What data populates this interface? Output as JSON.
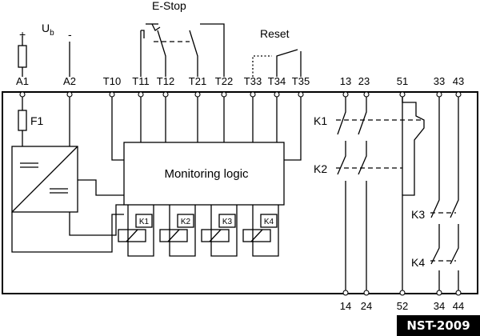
{
  "title_estop": "E-Stop",
  "title_reset": "Reset",
  "supply": {
    "plus": "+",
    "minus": "-",
    "ub": "U",
    "ub_sub": "b"
  },
  "top_terminals": [
    "A1",
    "A2",
    "T10",
    "T11",
    "T12",
    "T21",
    "T22",
    "T33",
    "T34",
    "T35",
    "13",
    "23",
    "51",
    "33",
    "43"
  ],
  "bottom_terminals": [
    "14",
    "24",
    "52",
    "34",
    "44"
  ],
  "fuse_label": "F1",
  "logic_label": "Monitoring logic",
  "relays": [
    "K1",
    "K2",
    "K3",
    "K4"
  ],
  "contact_labels": [
    "K1",
    "K2",
    "K3",
    "K4"
  ],
  "badge": "NST-2009"
}
